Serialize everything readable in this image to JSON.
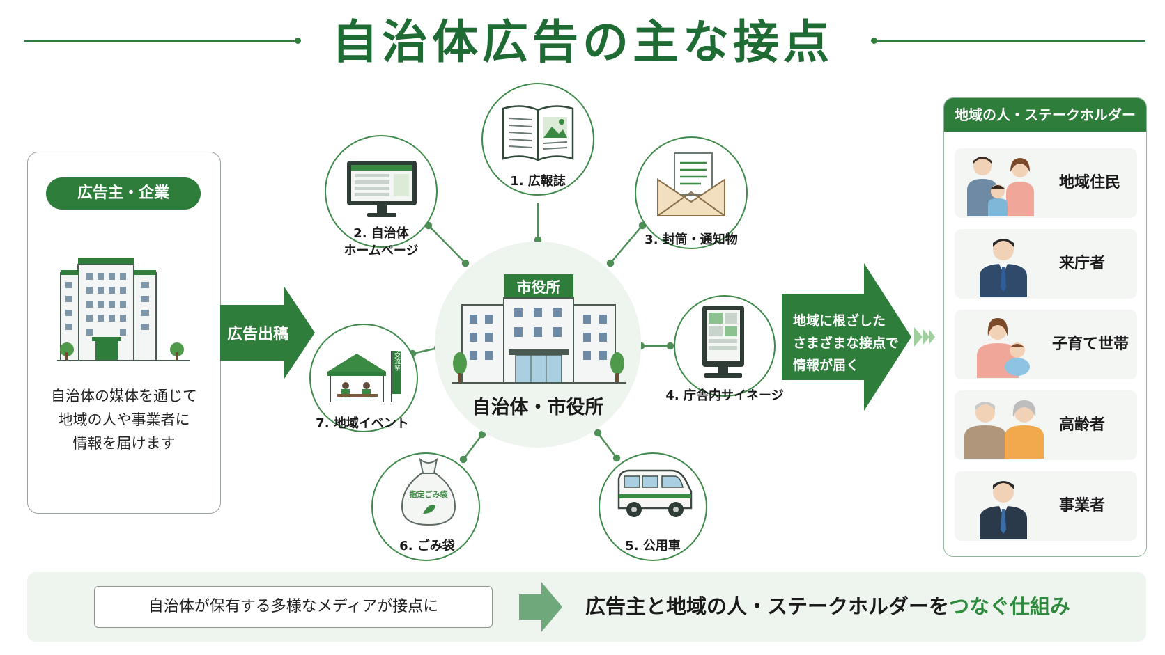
{
  "title": "自治体広告の主な接点",
  "advertiser": {
    "label": "広告主・企業",
    "description_lines": [
      "自治体の媒体を通じて",
      "地域の人や事業者に",
      "情報を届けます"
    ]
  },
  "submit_arrow_label": "広告出稿",
  "center": {
    "sign": "市役所",
    "label": "自治体・市役所"
  },
  "media": [
    {
      "label_lines": [
        "1. 広報誌"
      ],
      "icon": "magazine-icon"
    },
    {
      "label_lines": [
        "2. 自治体",
        "ホームページ"
      ],
      "icon": "monitor-icon"
    },
    {
      "label_lines": [
        "3. 封筒・通知物"
      ],
      "icon": "envelope-icon"
    },
    {
      "label_lines": [
        "4. 庁舎内サイネージ"
      ],
      "icon": "signage-icon"
    },
    {
      "label_lines": [
        "5. 公用車"
      ],
      "icon": "van-icon"
    },
    {
      "label_lines": [
        "6. ごみ袋"
      ],
      "icon": "garbage-bag-icon"
    },
    {
      "label_lines": [
        "7. 地域イベント"
      ],
      "icon": "event-tent-icon"
    }
  ],
  "garbage_bag_print": "指定ごみ袋",
  "event_banner_print": "地域交流祭",
  "deliver_arrow_lines": [
    "地域に根ざした",
    "さまざまな接点で",
    "情報が届く"
  ],
  "audience": {
    "header": "地域の人・ステークホルダー",
    "items": [
      {
        "label": "地域住民",
        "icon": "family-icon"
      },
      {
        "label": "来庁者",
        "icon": "visitor-icon"
      },
      {
        "label": "子育て世帯",
        "icon": "parent-child-icon"
      },
      {
        "label": "高齢者",
        "icon": "elderly-couple-icon"
      },
      {
        "label": "事業者",
        "icon": "businessperson-icon"
      }
    ]
  },
  "bottom": {
    "box_text": "自治体が保有する多様なメディアが接点に",
    "main_text_prefix": "広告主と地域の人・ステークホルダーを",
    "main_text_highlight": "つなぐ仕組み"
  },
  "colors": {
    "primary_green": "#2e7d3b",
    "highlight_green": "#2e8b3e",
    "soft_green_bg": "#eef5ee"
  }
}
